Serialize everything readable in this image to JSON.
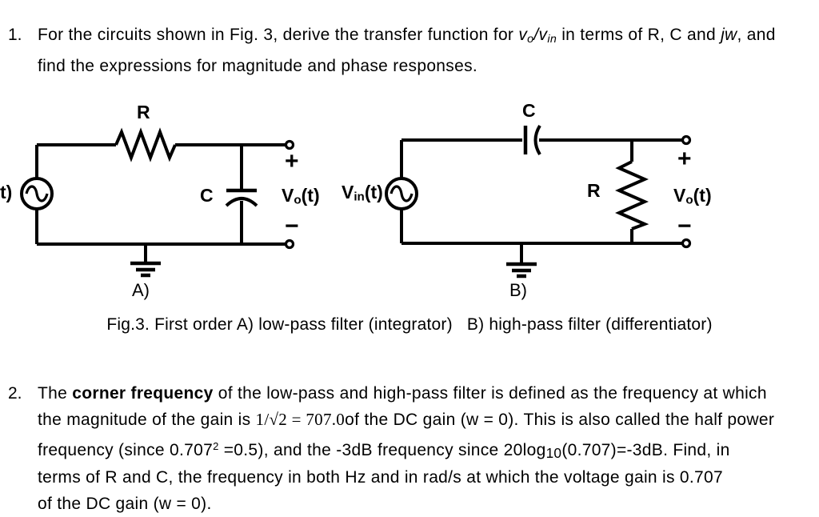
{
  "colors": {
    "ink": "#000000",
    "background": "#ffffff"
  },
  "problem1": {
    "number": "1.",
    "line1": {
      "seg1": "For the circuits shown in Fig. 3, derive the transfer function for ",
      "v_num": "v",
      "v_num_sub": "o",
      "slash": "/",
      "v_den": "v",
      "v_den_sub": "in",
      "seg2": " in terms of R, C and ",
      "jw": "jw",
      "seg3": ", and"
    },
    "line2": "find the expressions for magnitude and phase responses."
  },
  "figure": {
    "circuit_a": {
      "source_label_cut": "t)",
      "resistor_label": "R",
      "capacitor_label": "C",
      "output_v": "V",
      "output_sub": "o",
      "output_rest": "(t)",
      "plus": "+",
      "minus": "−",
      "sublabel": "A)"
    },
    "circuit_b": {
      "input_v": "V",
      "input_sub": "in",
      "input_rest": "(t)",
      "capacitor_label": "C",
      "resistor_label": "R",
      "output_v": "V",
      "output_sub": "o",
      "output_rest": "(t)",
      "plus": "+",
      "minus": "−",
      "sublabel": "B)"
    },
    "caption": "Fig.3. First order A) low-pass filter (integrator)   B) high-pass filter (differentiator)"
  },
  "problem2": {
    "number": "2.",
    "line1": {
      "seg1": "The ",
      "bold": "corner frequency",
      "seg2": " of the low-pass and high-pass filter is defined as the frequency at which"
    },
    "line2": {
      "seg1": "the magnitude of the gain is ",
      "serif": "1/√2 = 707.0",
      "seg2": "of the DC gain (w = 0). This is also called the half power"
    },
    "line3": {
      "seg1": "frequency (since 0.707",
      "sup": "2",
      "seg2": " =0.5), and the -3dB frequency since 20log",
      "sub10": "10",
      "seg3": "(0.707)=-3dB. Find, in"
    },
    "line4": "terms of R and C, the frequency in both Hz and in rad/s at which the voltage gain is 0.707",
    "line5": "of the DC gain (w = 0)."
  }
}
